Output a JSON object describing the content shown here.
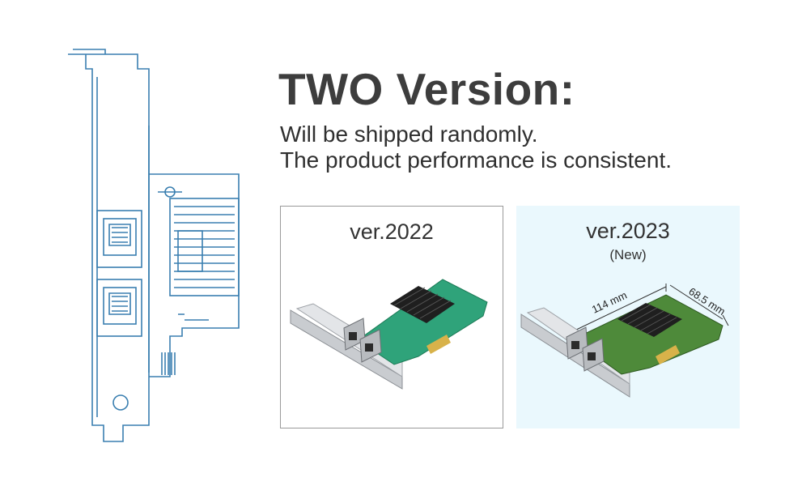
{
  "headline": "TWO Version:",
  "subtext": {
    "line1": "Will be shipped randomly.",
    "line2": "The product performance is consistent."
  },
  "versions": [
    {
      "label": "ver.2022",
      "tag": ""
    },
    {
      "label": "ver.2023",
      "tag": "(New)",
      "length": "114 mm",
      "width": "68.5 mm"
    }
  ],
  "colors": {
    "line_art": "#3a7fb0",
    "pcb_green": "#2fa37a",
    "pcb_green_2023": "#4e8a3a",
    "heatsink": "#1f1f1f",
    "gold": "#d8b24a",
    "card_new_bg": "#eaf8fd"
  }
}
